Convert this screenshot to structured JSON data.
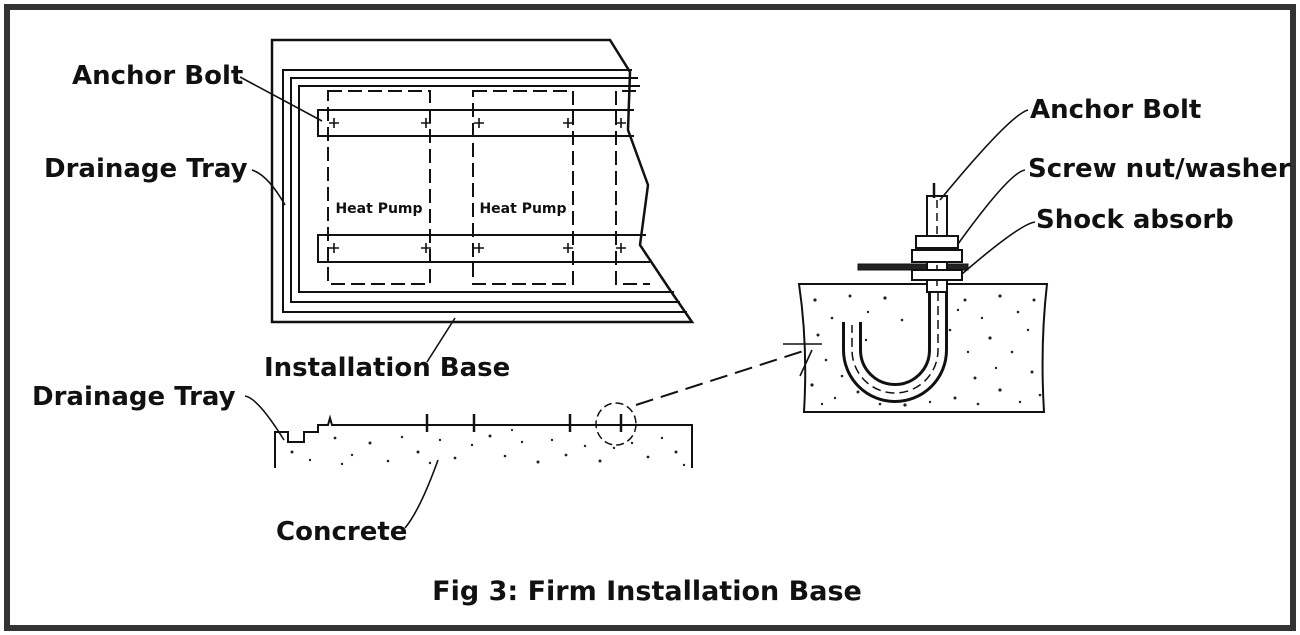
{
  "labels": {
    "anchor_bolt_plan": "Anchor Bolt",
    "drainage_tray_plan": "Drainage Tray",
    "heat_pump_1": "Heat Pump",
    "heat_pump_2": "Heat Pump",
    "installation_base": "Installation Base",
    "drainage_tray_section": "Drainage Tray",
    "concrete": "Concrete",
    "anchor_bolt_detail": "Anchor Bolt",
    "screw_nut_washer": "Screw nut/washer",
    "shock_absorb": "Shock absorb"
  },
  "caption": "Fig 3: Firm Installation Base"
}
